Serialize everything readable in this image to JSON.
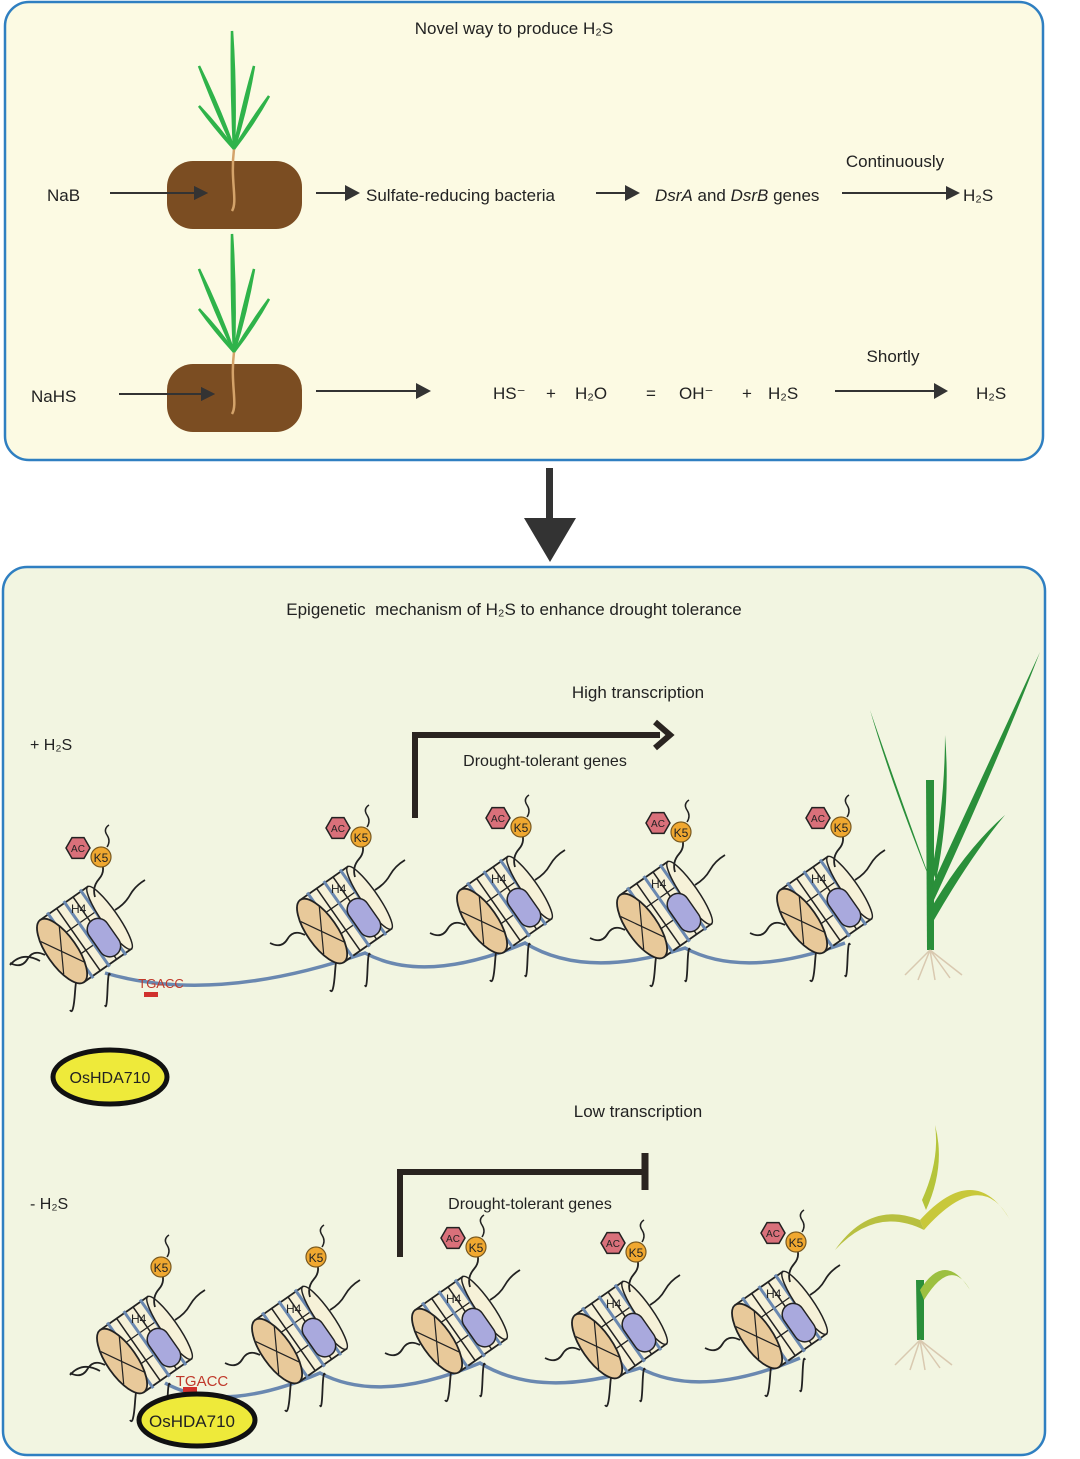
{
  "top_panel": {
    "title": "Novel way to produce H₂S",
    "row1": {
      "input": "NaB",
      "step1": "Sulfate-reducing bacteria",
      "step2_gene_a": "DsrA",
      "step2_and": " and ",
      "step2_gene_b": "DsrB",
      "step2_suffix": " genes",
      "rate": "Continuously",
      "product": "H₂S"
    },
    "row2": {
      "input": "NaHS",
      "eq_hs": "HS⁻",
      "eq_plus1": "+",
      "eq_h2o": "H₂O",
      "eq_equals": "=",
      "eq_oh": "OH⁻",
      "eq_plus2": "+",
      "eq_h2s": "H₂S",
      "rate": "Shortly",
      "product": "H₂S"
    }
  },
  "bottom_panel": {
    "title": "Epigenetic  mechanism of H₂S to enhance drought tolerance",
    "plus": {
      "condition": "+ H₂S",
      "transcription": "High transcription",
      "genes": "Drought-tolerant genes",
      "motif": "TGACC",
      "enzyme": "OsHDA710",
      "acetylated": [
        true,
        true,
        true,
        true,
        true
      ]
    },
    "minus": {
      "condition": "- H₂S",
      "transcription": "Low transcription",
      "genes": "Drought-tolerant genes",
      "motif": "TGACC",
      "enzyme": "OsHDA710",
      "acetylated": [
        false,
        false,
        true,
        true,
        true
      ]
    },
    "labels": {
      "histone": "H4",
      "lysine": "K5",
      "acetyl": "AC"
    }
  },
  "colors": {
    "panel_border": "#2f7fc1",
    "top_bg": "#fcfae3",
    "bottom_bg": "#f2f5e1",
    "soil": "#7b4d22",
    "leaf": "#2fb34a",
    "dna": "#6a88b0",
    "motif": "#d0312d",
    "enzyme": "#eeea3a",
    "acetyl": "#d9707a",
    "lysine": "#f0a830"
  }
}
